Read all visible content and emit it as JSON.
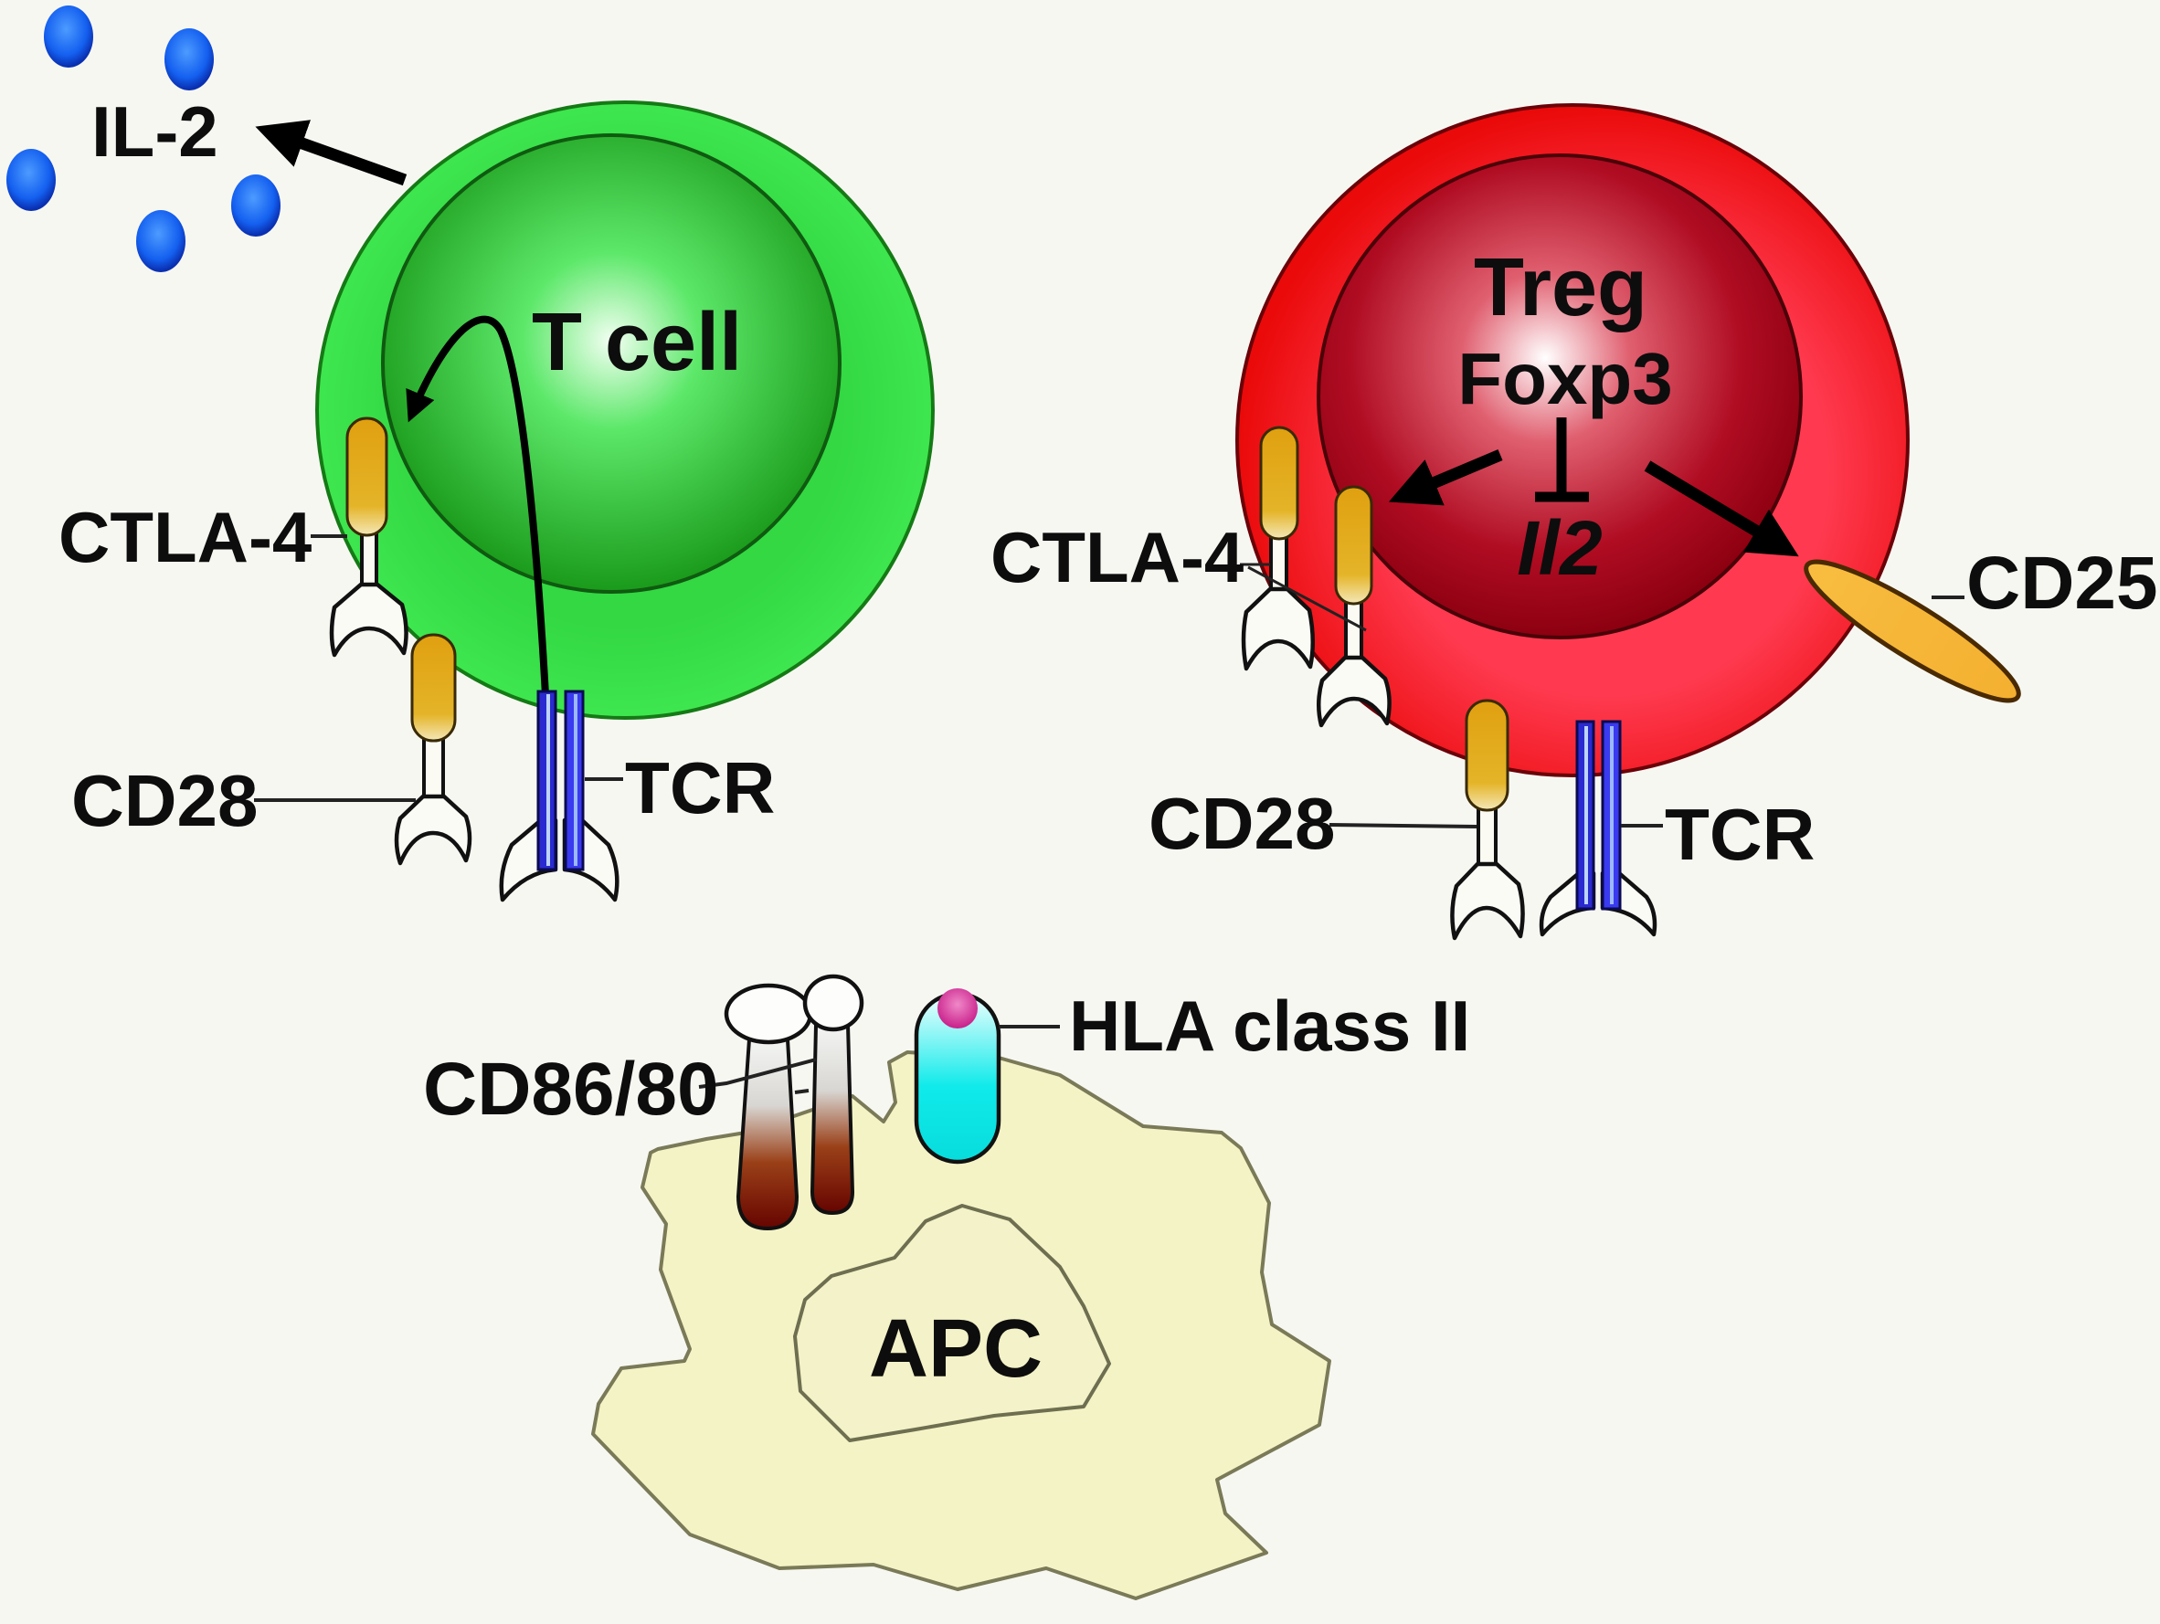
{
  "figure": {
    "background": "#f7f7f2",
    "tcell": {
      "label": "T cell",
      "outer_color": "#3ddc4b",
      "inner_color": "#1fa31f",
      "receptors": {
        "ctla4": "CTLA-4",
        "cd28": "CD28",
        "tcr": "TCR"
      }
    },
    "cytokine": {
      "label": "IL-2",
      "dot_color": "#1257e8",
      "dot_count": 5
    },
    "treg": {
      "label": "Treg",
      "factor": "Foxp3",
      "repressed_gene": "Il2",
      "outer_color": "#ee1010",
      "inner_color": "#a8001a",
      "receptors": {
        "ctla4": "CTLA-4",
        "cd28": "CD28",
        "tcr": "TCR",
        "cd25": "CD25"
      }
    },
    "apc": {
      "label": "APC",
      "body_color": "#f4f3c4",
      "costim": "CD86/80",
      "mhc": "HLA class II",
      "mhc_color": "#10e8e8",
      "peptide_color": "#d8309a"
    },
    "receptor_colors": {
      "capsule": "#e0a818",
      "tcr_chain": "#2a2ad8",
      "cd25": "#f6b638",
      "costim_dark": "#6b0a00"
    }
  }
}
